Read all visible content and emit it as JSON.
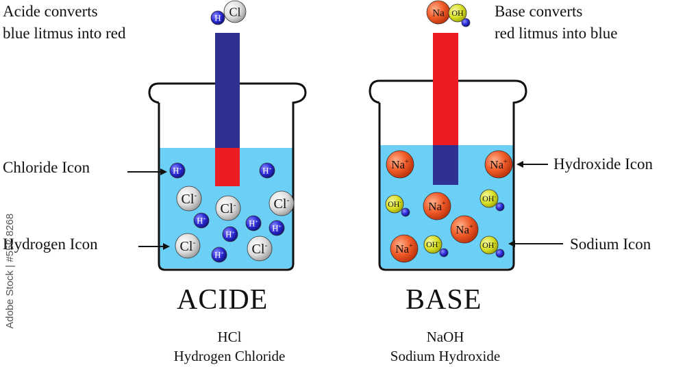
{
  "acid": {
    "caption_line1": "Acide converts",
    "caption_line2": "blue litmus into red",
    "title": "ACIDE",
    "formula": "HCl",
    "name": "Hydrogen Chloride",
    "label_chloride": "Chloride Icon",
    "label_hydrogen": "Hydrogen Icon",
    "top_molecule": {
      "h": "H",
      "cl": "Cl"
    },
    "ion_h": "H",
    "ion_h_charge": "+",
    "ion_cl": "Cl",
    "ion_cl_charge": "-"
  },
  "base": {
    "caption_line1": "Base converts",
    "caption_line2": "red litmus into blue",
    "title": "BASE",
    "formula": "NaOH",
    "name": "Sodium Hydroxide",
    "label_hydroxide": "Hydroxide Icon",
    "label_sodium": "Sodium Icon",
    "top_molecule": {
      "na": "Na",
      "oh": "OH"
    },
    "ion_na": "Na",
    "ion_na_charge": "+",
    "ion_oh": "OH",
    "ion_oh_charge": "-"
  },
  "watermark": "Adobe Stock | #552 8268",
  "colors": {
    "liquid": "#6ccff6",
    "blue_litmus": "#2e3192",
    "red_litmus": "#ed1c24",
    "hydrogen": "#2b2bd6",
    "chloride": "#d9d9d9",
    "sodium": "#f05a28",
    "hydroxide": "#d7df23"
  }
}
